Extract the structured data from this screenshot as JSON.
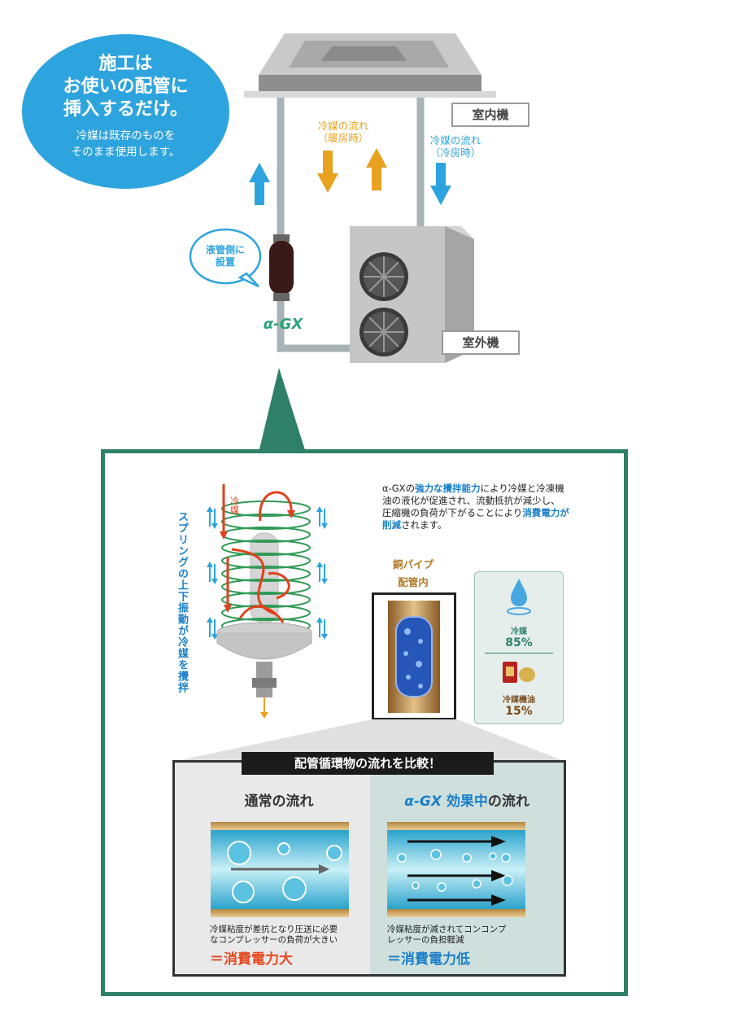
{
  "bubble": {
    "headline": [
      "施工は",
      "お使いの配管に",
      "挿入するだけ。"
    ],
    "sub": [
      "冷媒は既存のものを",
      "そのまま使用します。"
    ]
  },
  "indoor_label": "室内機",
  "outdoor_label": "室外機",
  "flow_heating": [
    "冷媒の流れ",
    "（暖房時）"
  ],
  "flow_cooling": [
    "冷媒の流れ",
    "（冷房時）"
  ],
  "install_bubble": [
    "液管側に",
    "設置"
  ],
  "device_logo": "α-GX",
  "spring_vertical_text": "スプリングの上下振動が冷媒を攪拌",
  "spring_refrigerant_label": "冷媒",
  "description": {
    "part1": "α-GXの",
    "em1": "強力な攪拌能力",
    "part2": "により冷媒と冷凍機油の液化が促進され、流動抵抗が減少し、圧縮機の負荷が下がることにより",
    "em2": "消費電力が削減",
    "part3": "されます。"
  },
  "pipe_label": [
    "銅パイプ",
    "配管内"
  ],
  "ratio": {
    "refrigerant_name": "冷媒",
    "refrigerant_pct": "85%",
    "oil_name": "冷媒機油",
    "oil_pct": "15%"
  },
  "compare": {
    "title": "配管循環物の流れを比較！",
    "normal": {
      "title": "通常の流れ",
      "desc": [
        "冷媒粘度が差抗となり圧送に必要",
        "なコンプレッサーの負荷が大きい"
      ],
      "result": "＝消費電力大"
    },
    "gx": {
      "title_brand": "α-GX",
      "title_mid": " 効果中",
      "title_tail": "の流れ",
      "desc": [
        "冷媒粘度が減されてコンコンプ",
        "レッサーの負担軽減"
      ],
      "result": "＝消費電力低"
    }
  },
  "colors": {
    "blue": "#2ea4df",
    "orange": "#e8a21f",
    "green_frame": "#2f8068",
    "red": "#e5481f"
  }
}
